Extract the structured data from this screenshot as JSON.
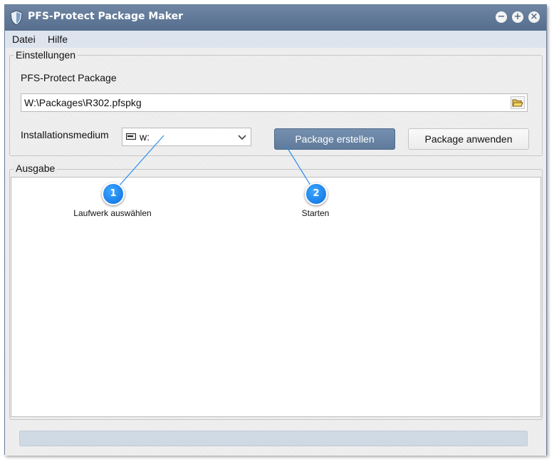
{
  "window": {
    "title": "PFS-Protect Package Maker",
    "controls": [
      "minimize-icon",
      "maximize-icon",
      "close-icon"
    ]
  },
  "menu": [
    "Datei",
    "Hilfe"
  ],
  "settings": {
    "legend": "Einstellungen",
    "package_label": "PFS-Protect Package",
    "package_path": "W:\\Packages\\R302.pfspkg",
    "medium_label": "Installationsmedium",
    "medium_value": "w:",
    "create_button": "Package erstellen",
    "apply_button": "Package anwenden"
  },
  "output": {
    "legend": "Ausgabe"
  },
  "annotations": [
    {
      "number": "1",
      "label": "Laufwerk auswählen"
    },
    {
      "number": "2",
      "label": "Starten"
    }
  ],
  "colors": {
    "titlebar": "#5f7796",
    "primary_button": "#6a85a6",
    "callout": "#1580f0"
  }
}
